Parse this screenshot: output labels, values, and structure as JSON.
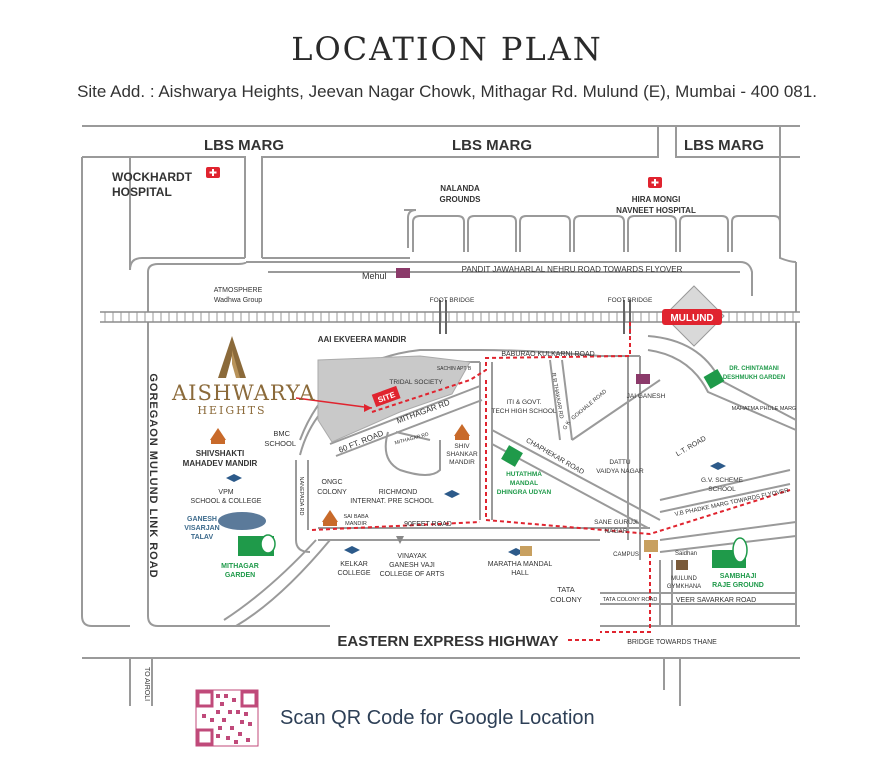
{
  "header": {
    "title": "LOCATION PLAN",
    "address": "Site Add.  :  Aishwarya Heights, Jeevan Nagar Chowk, Mithagar Rd. Mulund (E), Mumbai - 400 081."
  },
  "brand": {
    "name": "AISHWARYA",
    "sub": "HEIGHTS"
  },
  "site_marker": "SITE",
  "roads": {
    "lbs_1": "LBS MARG",
    "lbs_2": "LBS MARG",
    "lbs_3": "LBS MARG",
    "goregaon_link": "GOREGAON  MULUND  LINK  ROAD",
    "eastern_express": "EASTERN  EXPRESS HIGHWAY",
    "pandit_nehru": "PANDIT   JAWAHARLAL   NEHRU   ROAD  TOWARDS  FLYOVER",
    "baburao": "BABURAO    KULKARNI  ROAD",
    "mithagar_rd": "MITHAGAR RD",
    "sixty_ft": "60 FT. ROAD",
    "ninety_ft": "90FEET  ROAD",
    "chaphekar": "CHAPHEKAR  ROAD",
    "lt_road": "L.T. ROAD",
    "mahatma_phule": "MAHATMA PHULE MARG",
    "vb_phadke": "V.B PHADKE MARG TOWARDS FLYOVER",
    "veer_savarkar": "VEER  SAVARKAR  ROAD",
    "tata_colony_road": "TATA  COLONY  ROAD",
    "nanepada": "NANEPADA RD",
    "gokhale": "GOKHALE ROAD",
    "rr_thakkar": "R R THAKKAR RD",
    "gk": "G K",
    "mithagar_rd_small": "MITHAGAR RD",
    "to_airoli": "TO AIROLI"
  },
  "places": {
    "wockhardt": [
      "WOCKHARDT",
      "HOSPITAL"
    ],
    "nalanda": [
      "NALANDA",
      "GROUNDS"
    ],
    "hira_mongi": [
      "HIRA MONGI",
      "NAVNEET HOSPITAL"
    ],
    "mehul": "Mehul",
    "atmosphere": [
      "ATMOSPHERE",
      "Wadhwa Group"
    ],
    "foot_bridge_1": "FOOT BRIDGE",
    "foot_bridge_2": "FOOT BRIDGE",
    "mulund": "MULUND",
    "aai_ekveera": "AAI EKVEERA MANDIR",
    "sachin_apt": "SACHIN APT B",
    "tridal": "TRIDAL SOCIETY",
    "dr_chintamani": [
      "DR. CHINTAMANI",
      "DESHMUKH GARDEN"
    ],
    "iti": [
      "ITI & GOVT.",
      "TECH HIGH SCHOOL"
    ],
    "jai_ganesh": "JAI GANESH",
    "bmc": [
      "BMC",
      "SCHOOL"
    ],
    "shivshakti": [
      "SHIVSHAKTI",
      "MAHADEV MANDIR"
    ],
    "shiv_shankar": [
      "SHIV",
      "SHANKAR",
      "MANDIR"
    ],
    "hutathma": [
      "HUTATHMA",
      "MANDAL",
      "DHINGRA UDYAN"
    ],
    "dattu": [
      "DATTU",
      "VAIDYA NAGAR"
    ],
    "vpm": [
      "VPM",
      "SCHOOL & COLLEGE"
    ],
    "ongc": [
      "ONGC",
      "COLONY"
    ],
    "richmond": [
      "RICHMOND",
      "INTERNAT. PRE SCHOOL"
    ],
    "gv_scheme": [
      "G.V. SCHEME",
      "SCHOOL"
    ],
    "ganesh_talav": [
      "GANESH",
      "VISARJAN",
      "TALAV"
    ],
    "sai_baba": [
      "SAI BABA",
      "MANDIR"
    ],
    "sane_guruji": [
      "SANE GURUJI",
      "NAGAR"
    ],
    "mithagar_garden": [
      "MITHAGAR",
      "GARDEN"
    ],
    "kelkar": [
      "KELKAR",
      "COLLEGE"
    ],
    "vinayak": [
      "VINAYAK",
      "GANESH VAJI",
      "COLLEGE OF ARTS"
    ],
    "campus": "CAMPUS",
    "saidhan": "Saidhan",
    "maratha": [
      "MARATHA MANDAL",
      "HALL"
    ],
    "mulund_gym": [
      "MULUND",
      "GYMKHANA"
    ],
    "sambhaji": [
      "SAMBHAJI",
      "RAJE GROUND"
    ],
    "tata_colony": [
      "TATA",
      "COLONY"
    ],
    "bridge_thane": "BRIDGE TOWARDS THANE"
  },
  "qr_caption": "Scan QR Code for Google Location",
  "colors": {
    "road": "#9a9a9a",
    "route": "#e0242f",
    "green": "#1f9a4a",
    "brand": "#8b6a3a",
    "mandir": "#c86a2a",
    "school": "#2c5a8a"
  }
}
